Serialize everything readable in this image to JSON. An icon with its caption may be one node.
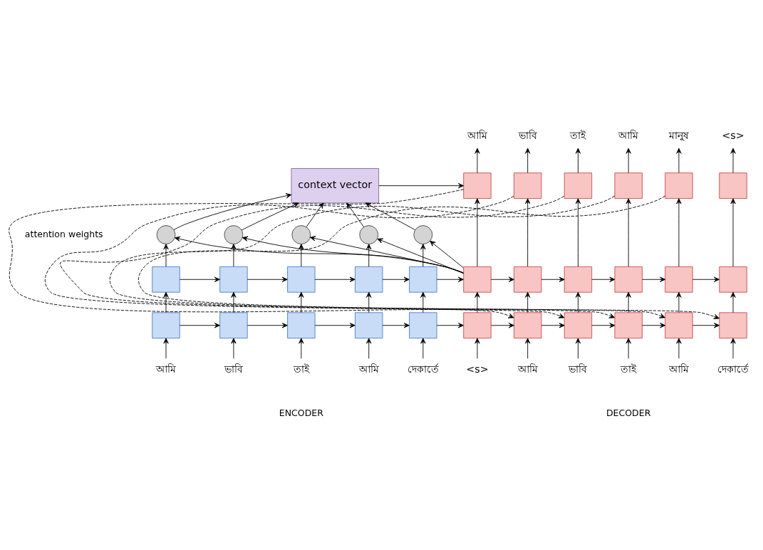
{
  "diagram": {
    "nodes": [
      {
        "text": [
          "আমি"
        ]
      },
      {
        "text": [
          "ভাবি"
        ]
      },
      {
        "text": [
          "তাই"
        ]
      },
      {
        "text": [
          "আমি"
        ]
      },
      {
        "text": [
          "মানুষ"
        ]
      },
      {
        "text": [
          "<s>"
        ]
      },
      {
        "text": [
          "context vector"
        ]
      },
      {
        "text": [],
        "shape": "box"
      },
      {
        "text": [],
        "shape": "box"
      },
      {
        "text": [],
        "shape": "box"
      },
      {
        "text": [],
        "shape": "box"
      },
      {
        "text": [],
        "shape": "box"
      },
      {
        "text": [],
        "shape": "box"
      },
      {
        "text": [],
        "shape": "circle"
      },
      {
        "text": [],
        "shape": "circle"
      },
      {
        "text": [],
        "shape": "circle"
      },
      {
        "text": [],
        "shape": "circle"
      },
      {
        "text": [],
        "shape": "circle"
      },
      {
        "text": [],
        "shape": "box"
      },
      {
        "text": [],
        "shape": "box"
      },
      {
        "text": [],
        "shape": "box"
      },
      {
        "text": [],
        "shape": "box"
      },
      {
        "text": [],
        "shape": "box"
      },
      {
        "text": [],
        "shape": "box"
      },
      {
        "text": [],
        "shape": "box"
      },
      {
        "text": [],
        "shape": "box"
      },
      {
        "text": [],
        "shape": "box"
      },
      {
        "text": [],
        "shape": "box"
      },
      {
        "text": [],
        "shape": "box"
      },
      {
        "text": [],
        "shape": "box"
      },
      {
        "text": [],
        "shape": "box"
      },
      {
        "text": [],
        "shape": "box"
      },
      {
        "text": [],
        "shape": "box"
      },
      {
        "text": [],
        "shape": "box"
      },
      {
        "text": [],
        "shape": "box"
      },
      {
        "text": [],
        "shape": "box"
      },
      {
        "text": [],
        "shape": "box"
      },
      {
        "text": [],
        "shape": "box"
      },
      {
        "text": [],
        "shape": "box"
      },
      {
        "text": [],
        "shape": "box"
      },
      {
        "text": [
          "আমি"
        ]
      },
      {
        "text": [
          "ভাবি"
        ]
      },
      {
        "text": [
          "তাই"
        ]
      },
      {
        "text": [
          "আমি"
        ]
      },
      {
        "text": [
          "দেকার্তে"
        ]
      },
      {
        "text": [
          "<s>"
        ]
      },
      {
        "text": [
          "আমি"
        ]
      },
      {
        "text": [
          "ভাবি"
        ]
      },
      {
        "text": [
          "তাই"
        ]
      },
      {
        "text": [
          "আমি"
        ]
      },
      {
        "text": [
          "দেকার্তে"
        ]
      }
    ],
    "edges": [
      {
        "from": 40,
        "to": 29,
        "arrow": "to"
      },
      {
        "from": 41,
        "to": 30,
        "arrow": "to"
      },
      {
        "from": 42,
        "to": 31,
        "arrow": "to"
      },
      {
        "from": 43,
        "to": 32,
        "arrow": "to"
      },
      {
        "from": 44,
        "to": 33,
        "arrow": "to"
      },
      {
        "from": 29,
        "to": 30,
        "arrow": "to"
      },
      {
        "from": 30,
        "to": 31,
        "arrow": "to"
      },
      {
        "from": 31,
        "to": 32,
        "arrow": "to"
      },
      {
        "from": 32,
        "to": 33,
        "arrow": "to"
      },
      {
        "from": 33,
        "to": 34,
        "arrow": "to"
      },
      {
        "from": 29,
        "to": 18,
        "arrow": "to"
      },
      {
        "from": 30,
        "to": 19,
        "arrow": "to"
      },
      {
        "from": 31,
        "to": 20,
        "arrow": "to"
      },
      {
        "from": 32,
        "to": 21,
        "arrow": "to"
      },
      {
        "from": 33,
        "to": 22,
        "arrow": "to"
      },
      {
        "from": 18,
        "to": 19,
        "arrow": "to"
      },
      {
        "from": 19,
        "to": 20,
        "arrow": "to"
      },
      {
        "from": 20,
        "to": 21,
        "arrow": "to"
      },
      {
        "from": 21,
        "to": 22,
        "arrow": "to"
      },
      {
        "from": 22,
        "to": 23,
        "arrow": "to"
      },
      {
        "from": 18,
        "to": 13,
        "arrow": "to"
      },
      {
        "from": 19,
        "to": 14,
        "arrow": "to"
      },
      {
        "from": 20,
        "to": 15,
        "arrow": "to"
      },
      {
        "from": 21,
        "to": 16,
        "arrow": "to"
      },
      {
        "from": 22,
        "to": 17,
        "arrow": "to"
      },
      {
        "from": 23,
        "to": 13,
        "arrow": "to"
      },
      {
        "from": 23,
        "to": 14,
        "arrow": "to"
      },
      {
        "from": 23,
        "to": 15,
        "arrow": "to"
      },
      {
        "from": 23,
        "to": 16,
        "arrow": "to"
      },
      {
        "from": 23,
        "to": 17,
        "arrow": "to"
      },
      {
        "from": 13,
        "to": 6,
        "arrow": "to"
      },
      {
        "from": 14,
        "to": 6,
        "arrow": "to"
      },
      {
        "from": 15,
        "to": 6,
        "arrow": "to"
      },
      {
        "from": 16,
        "to": 6,
        "arrow": "to"
      },
      {
        "from": 17,
        "to": 6,
        "arrow": "to"
      },
      {
        "from": 6,
        "to": 7,
        "arrow": "to"
      },
      {
        "from": 45,
        "to": 34,
        "arrow": "to"
      },
      {
        "from": 46,
        "to": 35,
        "arrow": "to"
      },
      {
        "from": 47,
        "to": 36,
        "arrow": "to"
      },
      {
        "from": 48,
        "to": 37,
        "arrow": "to"
      },
      {
        "from": 49,
        "to": 38,
        "arrow": "to"
      },
      {
        "from": 50,
        "to": 39,
        "arrow": "to"
      },
      {
        "from": 34,
        "to": 35,
        "arrow": "to"
      },
      {
        "from": 35,
        "to": 36,
        "arrow": "to"
      },
      {
        "from": 36,
        "to": 37,
        "arrow": "to"
      },
      {
        "from": 37,
        "to": 38,
        "arrow": "to"
      },
      {
        "from": 38,
        "to": 39,
        "arrow": "to"
      },
      {
        "from": 34,
        "to": 23,
        "arrow": "to"
      },
      {
        "from": 35,
        "to": 24,
        "arrow": "to"
      },
      {
        "from": 36,
        "to": 25,
        "arrow": "to"
      },
      {
        "from": 37,
        "to": 26,
        "arrow": "to"
      },
      {
        "from": 38,
        "to": 27,
        "arrow": "to"
      },
      {
        "from": 39,
        "to": 28,
        "arrow": "to"
      },
      {
        "from": 23,
        "to": 24,
        "arrow": "to"
      },
      {
        "from": 24,
        "to": 25,
        "arrow": "to"
      },
      {
        "from": 25,
        "to": 26,
        "arrow": "to"
      },
      {
        "from": 26,
        "to": 27,
        "arrow": "to"
      },
      {
        "from": 27,
        "to": 28,
        "arrow": "to"
      },
      {
        "from": 23,
        "to": 7,
        "arrow": "to"
      },
      {
        "from": 24,
        "to": 8,
        "arrow": "to"
      },
      {
        "from": 25,
        "to": 9,
        "arrow": "to"
      },
      {
        "from": 26,
        "to": 10,
        "arrow": "to"
      },
      {
        "from": 27,
        "to": 11,
        "arrow": "to"
      },
      {
        "from": 28,
        "to": 12,
        "arrow": "to"
      },
      {
        "from": 7,
        "to": 0,
        "arrow": "to"
      },
      {
        "from": 8,
        "to": 1,
        "arrow": "to"
      },
      {
        "from": 9,
        "to": 2,
        "arrow": "to"
      },
      {
        "from": 10,
        "to": 3,
        "arrow": "to"
      },
      {
        "from": 11,
        "to": 4,
        "arrow": "to"
      },
      {
        "from": 12,
        "to": 5,
        "arrow": "to"
      },
      {
        "from": 7,
        "to": 35,
        "arrow": "to",
        "style": "dashed"
      },
      {
        "from": 8,
        "to": 36,
        "arrow": "to",
        "style": "dashed"
      },
      {
        "from": 9,
        "to": 37,
        "arrow": "to",
        "style": "dashed"
      },
      {
        "from": 10,
        "to": 38,
        "arrow": "to",
        "style": "dashed"
      },
      {
        "from": 11,
        "to": 39,
        "arrow": "to",
        "style": "dashed"
      }
    ],
    "labels": [
      "attention weights",
      "ENCODER",
      "DECODER"
    ]
  }
}
